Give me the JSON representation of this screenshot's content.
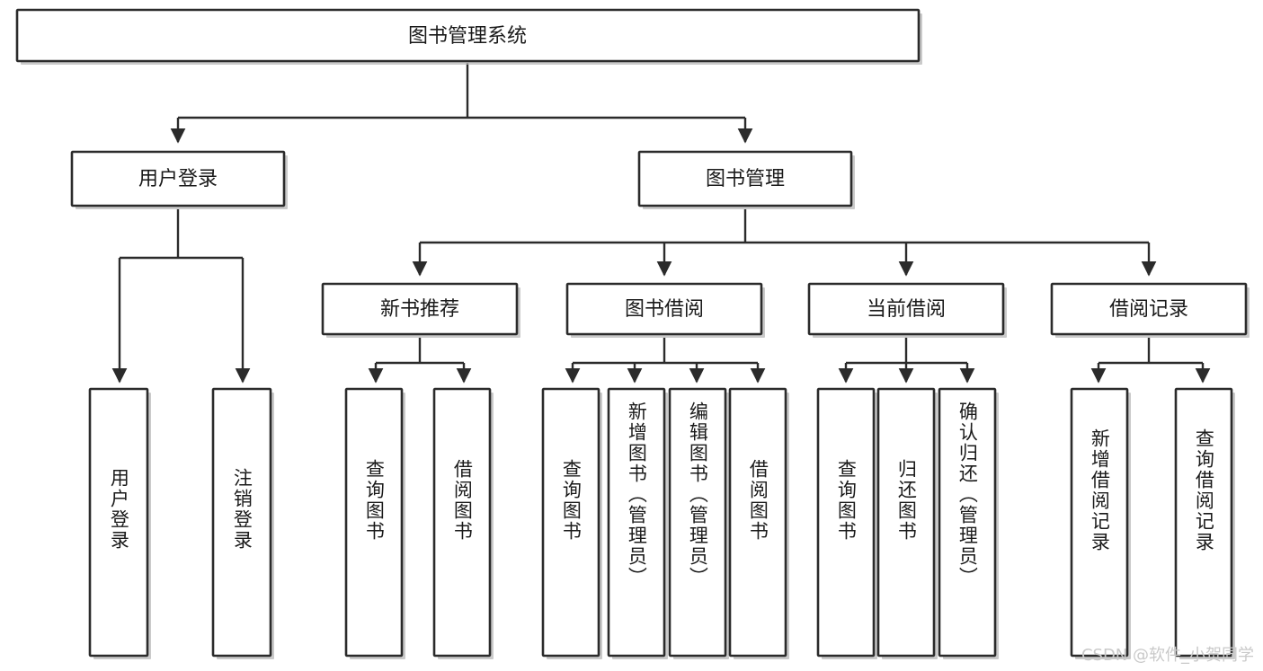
{
  "diagram": {
    "type": "tree",
    "title_node": "图书管理系统",
    "watermark": "CSDN @软件_小贺同学",
    "colors": {
      "box_stroke": "#2b2b2b",
      "box_fill": "#ffffff",
      "connector": "#2b2b2b",
      "text": "#1a1a1a",
      "watermark": "#c9c9c9",
      "background": "#ffffff"
    },
    "root": {
      "label": "图书管理系统"
    },
    "level2": [
      {
        "label": "用户登录"
      },
      {
        "label": "图书管理"
      }
    ],
    "level3": [
      {
        "label": "新书推荐"
      },
      {
        "label": "图书借阅"
      },
      {
        "label": "当前借阅"
      },
      {
        "label": "借阅记录"
      }
    ],
    "leaves": {
      "user_login": [
        {
          "label": "用户登录"
        },
        {
          "label": "注销登录"
        }
      ],
      "new_book": [
        {
          "label": "查询图书"
        },
        {
          "label": "借阅图书"
        }
      ],
      "book_borrow": [
        {
          "label": "查询图书"
        },
        {
          "label": "新增图书（管理员）"
        },
        {
          "label": "编辑图书（管理员）"
        },
        {
          "label": "借阅图书"
        }
      ],
      "current_borrow": [
        {
          "label": "查询图书"
        },
        {
          "label": "归还图书"
        },
        {
          "label": "确认归还（管理员）"
        }
      ],
      "borrow_record": [
        {
          "label": "新增借阅记录"
        },
        {
          "label": "查询借阅记录"
        }
      ]
    }
  }
}
